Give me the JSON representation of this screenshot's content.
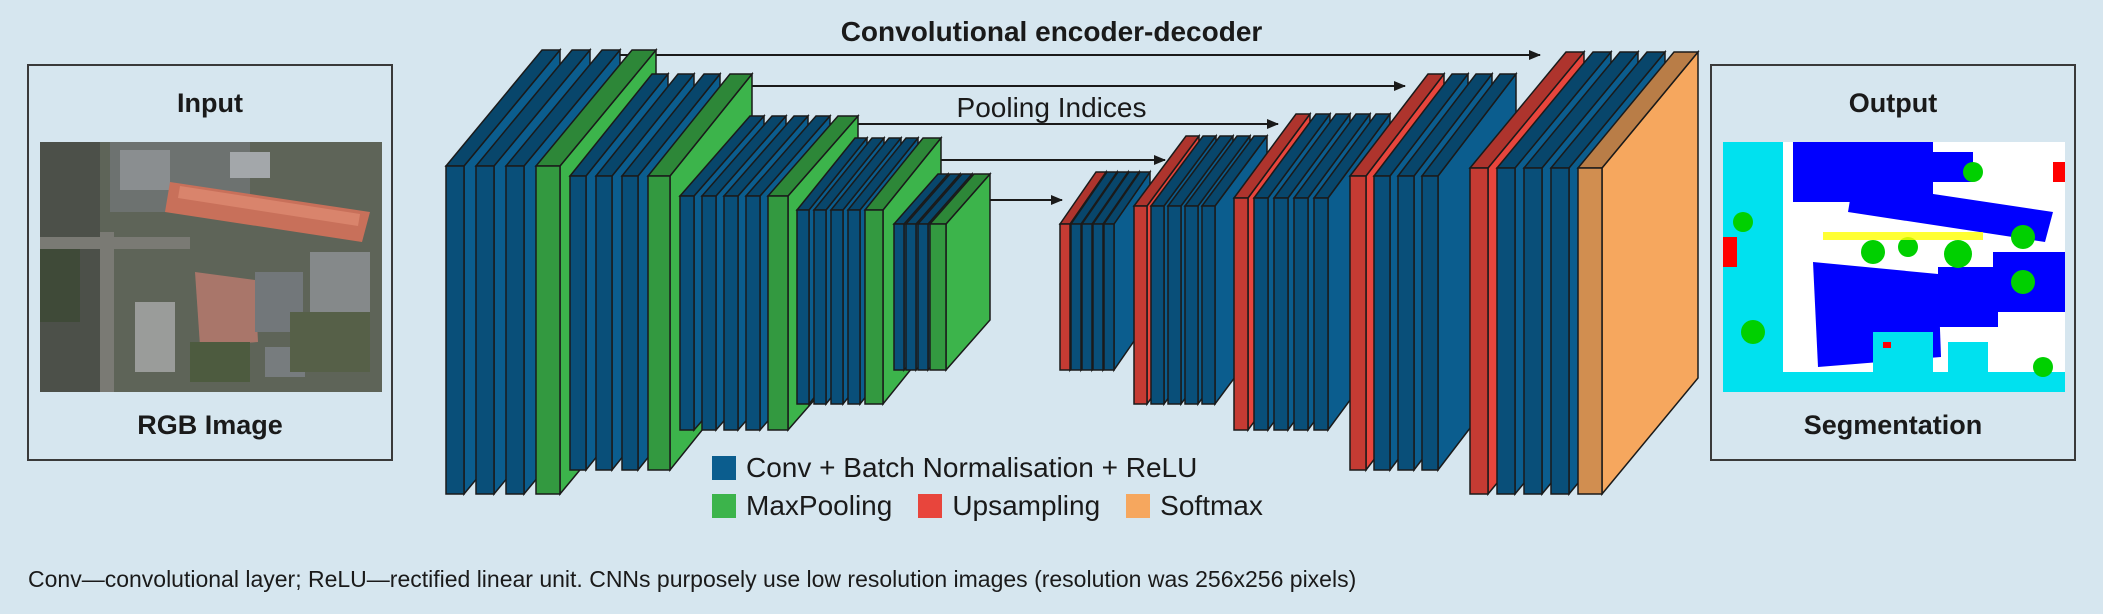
{
  "title": "Convolutional encoder-decoder",
  "pooling_label": "Pooling Indices",
  "input_box": {
    "title": "Input",
    "caption": "RGB Image"
  },
  "output_box": {
    "title": "Output",
    "caption": "Segmentation"
  },
  "legend": {
    "conv": "Conv + Batch Normalisation + ReLU",
    "pool": "MaxPooling",
    "upsample": "Upsampling",
    "softmax": "Softmax"
  },
  "footnote": "Conv—convolutional layer; ReLU—rectified linear unit. CNNs purposely use low resolution images (resolution was 256x256 pixels)",
  "colors": {
    "background": "#d6e6ef",
    "conv": "#0b5d8e",
    "pool": "#3cb44b",
    "upsample": "#e8453c",
    "softmax": "#f6a75e"
  }
}
